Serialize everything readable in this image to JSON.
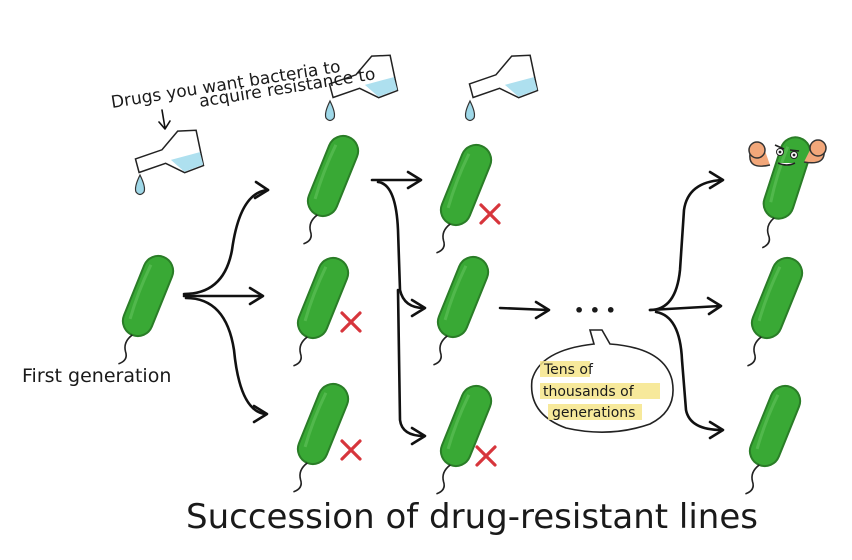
{
  "labels": {
    "drugs_line1": "Drugs you want bacteria to",
    "drugs_line2": "acquire resistance to",
    "first_generation": "First generation",
    "bubble_line1": "Tens of",
    "bubble_line2": "thousands of",
    "bubble_line3": "generations",
    "ellipsis": "• • •",
    "title": "Succession of drug-resistant lines"
  },
  "colors": {
    "bacterium": "#39a935",
    "cross": "#d7353c",
    "highlight": "#f6e58a",
    "water": "#aee0ef"
  },
  "bacteria": [
    {
      "id": "first-generation",
      "status": "survivor"
    },
    {
      "id": "gen2-top",
      "status": "survivor"
    },
    {
      "id": "gen2-middle",
      "status": "killed"
    },
    {
      "id": "gen2-bottom",
      "status": "killed"
    },
    {
      "id": "gen3-top",
      "status": "killed"
    },
    {
      "id": "gen3-middle",
      "status": "survivor"
    },
    {
      "id": "gen3-bottom",
      "status": "killed"
    },
    {
      "id": "final-top",
      "status": "strong-resistant"
    },
    {
      "id": "final-middle",
      "status": "survivor"
    },
    {
      "id": "final-bottom",
      "status": "survivor"
    }
  ]
}
